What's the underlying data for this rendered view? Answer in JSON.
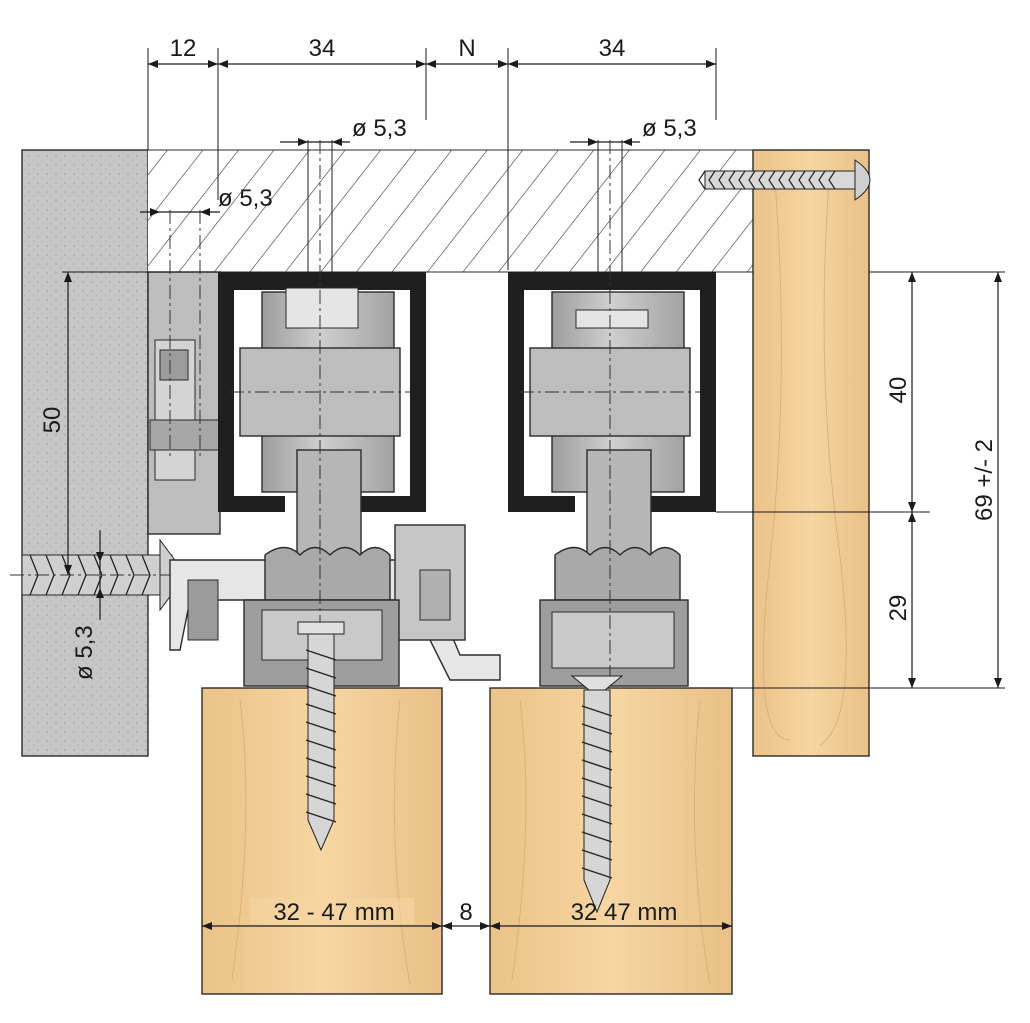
{
  "dimensions": {
    "top": {
      "d12": "12",
      "d34_left": "34",
      "n": "N",
      "d34_right": "34"
    },
    "diameters": {
      "top_left": "ø 5,3",
      "top_right": "ø 5,3",
      "mid_left": "ø 5,3",
      "wall": "ø 5,3"
    },
    "left_height": "50",
    "right": {
      "d40": "40",
      "d29": "29",
      "d69": "69 +/- 2"
    },
    "bottom": {
      "door_left": "32 - 47 mm",
      "gap": "8",
      "door_right": "32  47 mm"
    }
  },
  "colors": {
    "concrete": "#c9c9c9",
    "wood": "#f3cf98",
    "wood_dark": "#e2b676",
    "rail": "#1f1f1f",
    "metal": "#b9b9b9",
    "metal_dark": "#8e8e8e"
  }
}
